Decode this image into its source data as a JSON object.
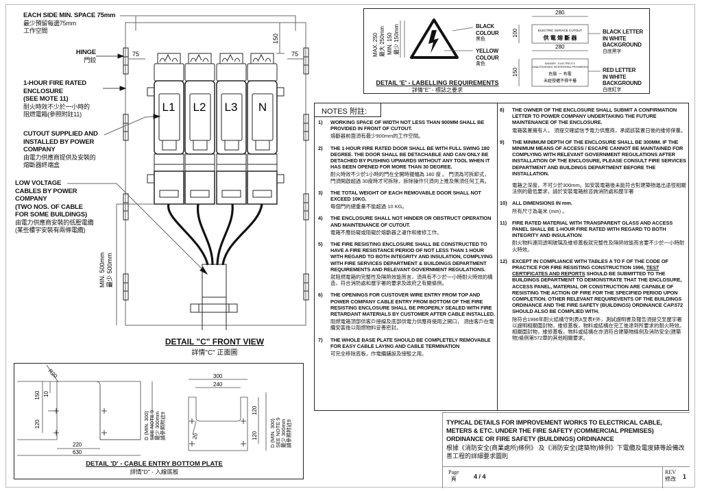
{
  "detail_c": {
    "each_side_en": "EACH SIDE MIN. SPACE  75mm",
    "each_side_cn1": "最少預留每邊75mm",
    "each_side_cn2": "工作空間",
    "hinge_en": "HINGE",
    "hinge_cn": "門鉸",
    "enclosure_en": [
      "1-HOUR FIRE RATED",
      "ENCLOSURE",
      "(SEE MOTE 11)"
    ],
    "enclosure_cn": [
      "耐火時效不少於一小時的",
      "阻燃電箱(參照附註11)"
    ],
    "cutout_en": [
      "CUTOUT SUPPLIED AND",
      "INSTALLED BY POWER",
      "COMPANY"
    ],
    "cutout_cn": [
      "由電力供應商提供及安裝的",
      "熔斷器終端盒"
    ],
    "cables_en": [
      "LOW VOLTAGE",
      "CABLES BY POWER",
      "COMPANY",
      "(TWO NOS. OF  CABLE",
      "FOR SOME BUILDINGS)"
    ],
    "cables_cn": [
      "由電力供應商安裝的低壓電纜",
      "(某些樓宇安裝有兩條電纜)"
    ],
    "dim_75_left": "75",
    "dim_75_right": "75",
    "dim_150": "150",
    "dim_min500_en": "MIN. 500mm",
    "dim_min500_cn": "最少 500mm",
    "phases": [
      "L1",
      "L2",
      "L3",
      "N"
    ],
    "title_en": "DETAIL \"C\" FRONT VIEW",
    "title_cn": "詳情\"C\" 正面圖"
  },
  "detail_d": {
    "r20": "R20",
    "dim_150": "150",
    "dim_10": "10",
    "dim_120": "120",
    "dim_220": "220",
    "dim_630": "630",
    "depth_left": [
      "D (MIN. 300)",
      "SEE NOTE 9",
      "最少 300mm",
      "請參照附註9"
    ],
    "dim_300": "300",
    "dim_240": "240",
    "dim_120a": "120",
    "dim_120b": "120",
    "dim_20": "20",
    "depth_right": [
      "D (MIN. 300)",
      "SEE NOTE 9",
      "最少 300mm",
      "請參照附註9"
    ],
    "title_en": "DETAIL 'D' - CABLE ENTRY BOTTOM PLATE",
    "title_cn": "詳情\"D\" - 入線底板"
  },
  "detail_e": {
    "max_en": "MAX. 250",
    "max_cn": "最大 250mm",
    "min_en": "MIN. 150",
    "min_cn": "最少 150mm",
    "black_colour": [
      "BLACK",
      "COLOUR",
      "黑色"
    ],
    "yellow_colour": [
      "YELLOW",
      "COLOUR",
      "黃色"
    ],
    "dim_280a": "280",
    "dim_280b": "280",
    "dim_100": "100",
    "dim_150": "150",
    "sign1_en": "ELECTRIC SERVICE CUTOUT",
    "sign1_cn": "供 電 熔 斷 器",
    "sign2_en1": "DANGER - ELECTRICITY,",
    "sign2_en2": "UNAUTHORISED INTERFERING PROHIBITED",
    "sign2_cn1": "危險 － 有電",
    "sign2_cn2": "未經授權不得干擾",
    "black_letter": [
      "BLACK LETTER",
      "IN WHITE",
      "BACKGROUND",
      "白底黑字"
    ],
    "red_letter": [
      "RED LETTER",
      "IN WHITE",
      "BACKGROUND",
      "白底紅字"
    ],
    "title_en": "DETAIL 'E' - LABELLING REQUIREMENTS",
    "title_cn": "詳情\"E\" - 標誌之要求"
  },
  "notes": {
    "heading": "NOTES 附註:",
    "items": [
      {
        "num": "1)",
        "en": "WORKING SPACE OF WIDTH NOT LESS THAN 900mm SHALL BE PROVIDED IN FRONT OF CUTOUT.",
        "cn": "熔斷器前面須有最少900mm的工作空間。"
      },
      {
        "num": "2)",
        "en": "THE 1-HOUR FIRE RATED DOOR SHALL BE WITH FULL SWING 180 DEGREE. THE DOOR SHALL BE DETACHABLE AND CAN ONLY BE DETACHED BY PUSHING UPWARDS WITHOUT ANY TOOL WHEN IT HAS BEEN OPENED FOR MORE THAN 30 DEGREE.",
        "cn": "耐火時效不少於1小時的門在全開時擺幅為 180 度 。 門須為可拆卸式， 門須開啟超過 30度時才可拆除，拆除操作只須向上推及無須任何工具。"
      },
      {
        "num": "3)",
        "en": "THE TOTAL WEIGHT OF EACH REMOVABLE DOOR SHALL NOT EXCEED 10KG.",
        "cn": "每個門的總重量不能超過 10 KG。"
      },
      {
        "num": "4)",
        "en": "THE ENCLOSURE SHALL NOT HINDER OR OBSTRUCT OPERATION AND MAINTENANCE OF  CUTOUT.",
        "cn": "電箱不應妨礙或阻礙於熔斷器之運作和維修工作。"
      },
      {
        "num": "5)",
        "en": "THE FIRE RESISTING ENCLOSURE SHALL BE CONSTRUCTED TO HAVE A FIRE RESISTANCE PERIOD OF NOT LESS THAN 1  HOUR WITH REGARD TO BOTH INTEGRITY AND INSULATION, COMPLYING WITH FIRE SERVICES DEPARTMENT & BUILDINGS DEPARTMENT REQUIREMENTS AND RELEVANT GOVERNMENT REGULATIONS.",
        "cn": "就阻燃電箱的完整性及隔熱效能而言，須具有不少於一小時耐火時效的構造，符合消防處和屋宇署的要求及政府之有關條例。"
      },
      {
        "num": "6)",
        "en": "THE OPENINGS FOR CUSTOVER WIRE ENTRY FROM TOP AND POWER COMPANY CABLE ENTRY FROM BOTTOM OF THE FIRE RESISTING ENCLOSURE SHALL BE PROPERLY SEALED WITH FIRE RETARDANT MATERIALS BY CUSTOMER AFTER CABLE INSTALLED.",
        "cn": "阻燃電箱頂部供客戶接線及底部供電力供應商使用之開口， 須由客戶在電纜安裝後以阻燃物料妥善密封。"
      },
      {
        "num": "7)",
        "en": "THE WHOLE BASE PLATE SHOULD BE COMPLETELY REMOVABLE FOR EASY CABLE LAYING AND CABLE TERMINATION",
        "cn": "可完全移除底板，作電纜舖設及接駁之用。"
      },
      {
        "num": "8)",
        "en": "THE OWNER OF THE ENCLOSURE SHALL SUBMIT A CONFIRMATION LETTER TO POWER COMPANY UNDERTAKING THE FUTURE MAINTENANCE OF THE ENCLOSURE.",
        "cn": "電箱裝置擁有人， 須提交確認信予電力供應商，承諾該裝置日後的維修保養。"
      },
      {
        "num": "9)",
        "en": "THE MINIMUM DEPTH OF THE ENCLOSURE SHALL BE 300mm. IF THE MINIMUM MEANS OF ACCESS / ESCAPE CANNOT BE MAINTAINED FOR COMPLYING WITH RELEVANT GOVERNMENT REGULATIONS AFTER INSTALLATION OF THE ENCLOSURE, PLEASE CONSULT FIRE SERVICES DEPARTMENT AND BUILDINGS DEPARTMENT BEFORE THE INSTALLATION.",
        "cn": "電箱之深度，不可少於300mm。如安裝電箱後未能符合對建築物進出途徑相關法例的最低要求，請於安裝電箱前咨詢消防處和屋宇署"
      },
      {
        "num": "10)",
        "en": "ALL DIMENSIONS IN mm.",
        "cn": "所有尺寸為毫米 (mm) 。"
      },
      {
        "num": "11)",
        "en": "FIRE RATED MATERIAL WITH TRANSPARENT GLASS AND ACCESS PANEL SHALL BE 1-HOUR FIRE RATED WITH REGARD TO BOTH INTEGRITY AND INSULATION",
        "cn": "耐火物料連同透明玻璃及維修蓋板就完整性及隔熱效能而言要不少於一小時耐火時效。"
      },
      {
        "num": "12)",
        "en_a": "EXCEPT IN COMPLIANCE WITH TABLES A TO F OF THE CODE OF PRACTICE FOR FIRE RESISTING CONSTRUCTION 1996, ",
        "en_u": "TEST CERTIFICATES AND REPORTS",
        "en_b": " SHOULD BE SUBMITTED TO THE BUILDINGS DEPARTMENT TO DEMONSTRATE THAT THE ENCLOSURE, ACCESS PANEL, MATERIAL OR CONSTRUCTION ARE CAPABLE OF RESISTING THE ACTION OF FIRE FOR THE SPECIFIED PERIOD UPON COMPLETION. OTHER RELEVANT REQUIREVENTS OF THE BUILDINGS ORDINANCE AND THE FIRE SAFETY (BUILDINGS) ORDINANCE CAP.572 SHOULD ALSO BE COMPLIED WITH.",
        "cn": "除符合1996年耐火結構守則表A至表F外，測試證明書及報告須提交至屋宇署以證明相關圍封物，維修蓋板，物料或結構在完工後達到所要求的耐火時效。相關圍封物，維修蓋板，物料或結構在亦須符合建築物條例及消防安全(建築物)條例第572章的其他相關要求。"
      }
    ]
  },
  "title_block": {
    "title_en": "TYPICAL DETAILS FOR IMPROVEMENT WORKS TO ELECTRICAL CABLE, METERS & ETC. UNDER THE FIRE SAFETY (COMMERCIAL PREMISES) ORDINANCE OR FIRE SAFETY (BUILDINGS) ORDINANCE",
    "title_cn": "根據《消防安全(商業處所)條例》 及《消防安全(建築物)條例》下電纜及電度錶等設備改善工程的詳細要求圖則",
    "page_label_en": "Page",
    "page_label_cn": "頁",
    "page_value": "4 / 4",
    "rev_label_en": "REV",
    "rev_label_cn": "修改",
    "rev_value": "1"
  }
}
